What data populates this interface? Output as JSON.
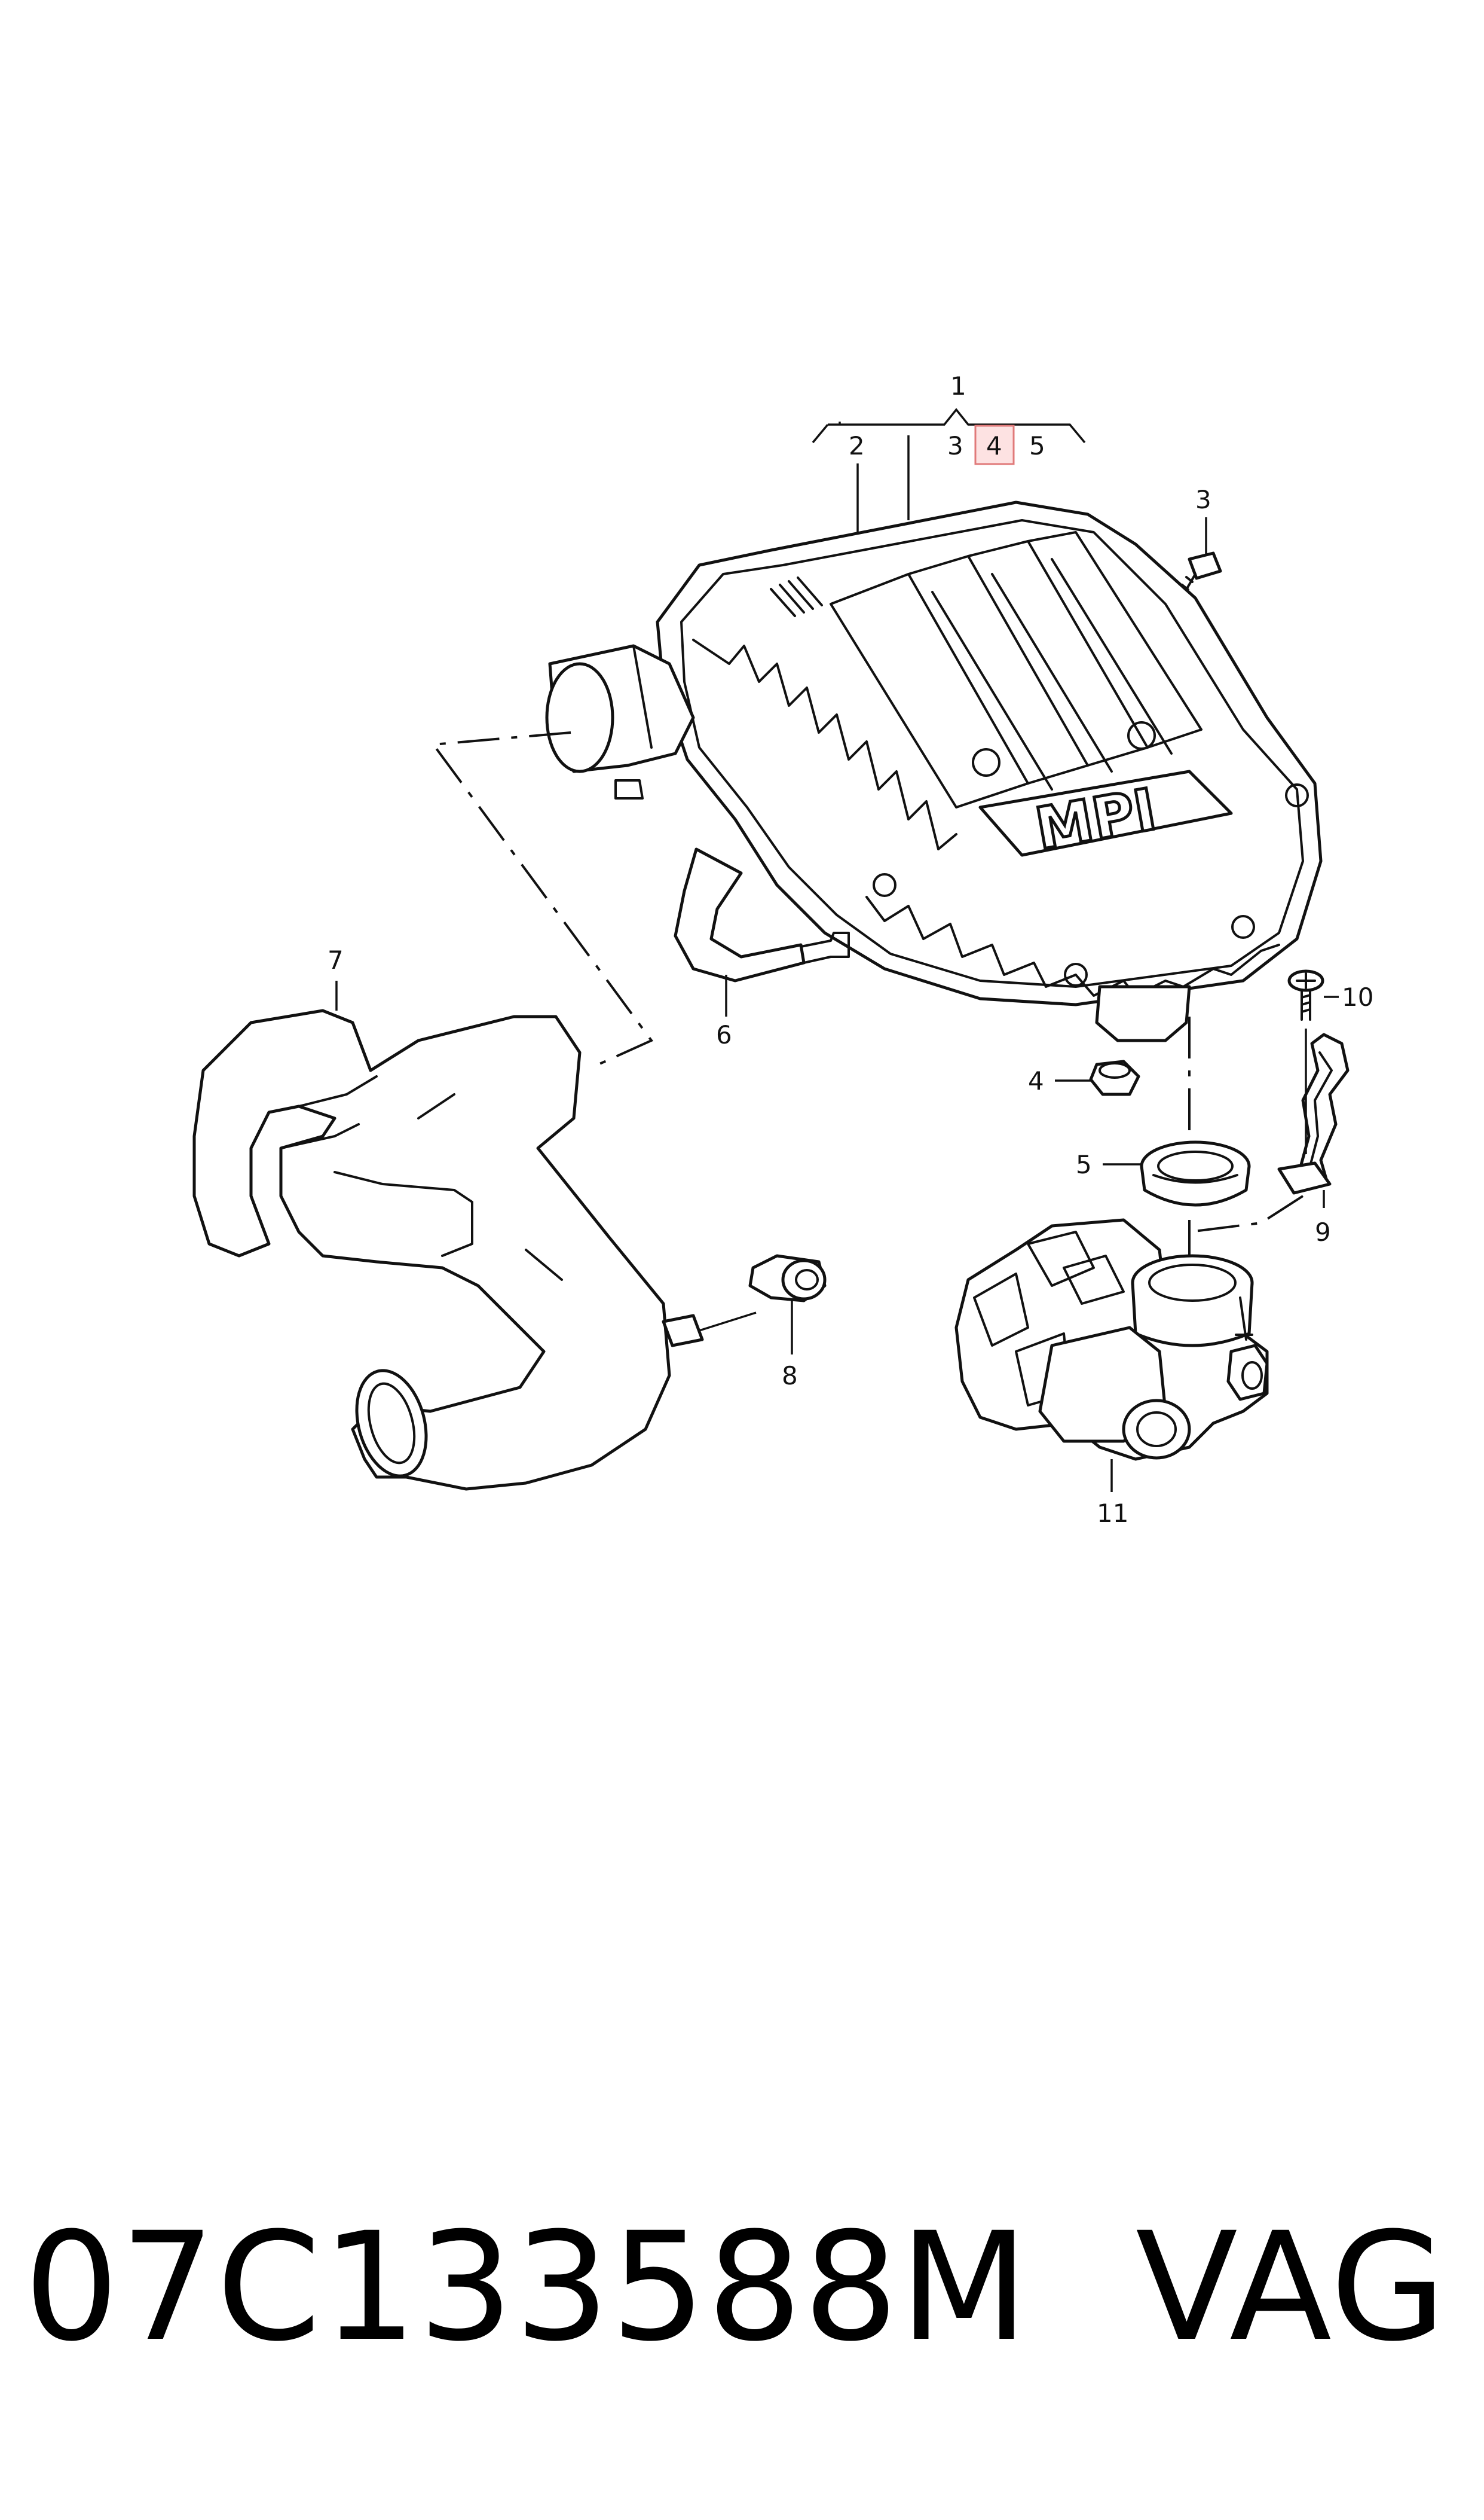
{
  "callouts": {
    "c1": "1",
    "c2": "2",
    "c3_group": "3",
    "c4_group": "4",
    "c5_group": "5",
    "c3": "3",
    "c4": "4",
    "c5": "5",
    "c6": "6",
    "c7": "7",
    "c8": "8",
    "c9": "9",
    "c10": "10",
    "c11": "11"
  },
  "cover_badge": "MPI",
  "footer": {
    "part_number": "07C133588M",
    "brand": "VAG"
  },
  "colors": {
    "line": "#111111",
    "highlight_fill": "#fde2e2",
    "highlight_stroke": "#e07a7a"
  }
}
